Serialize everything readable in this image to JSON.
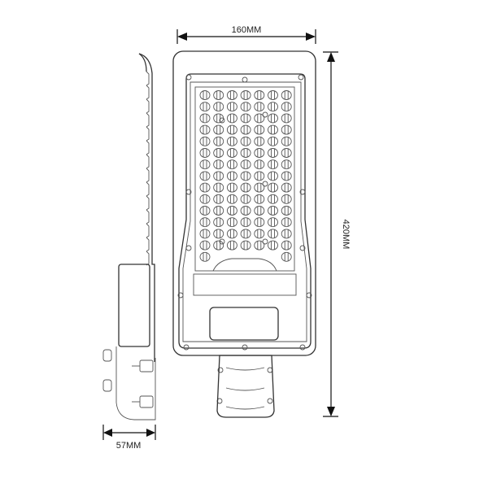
{
  "title": "LED street light dimension drawing",
  "dimensions": {
    "width_label": "160MM",
    "length_label": "420MM",
    "depth_label": "57MM"
  },
  "led_array": {
    "columns": 7,
    "full_rows": 14,
    "partial_row_leds": 2
  },
  "colors": {
    "line": "#333333",
    "background": "#ffffff"
  }
}
